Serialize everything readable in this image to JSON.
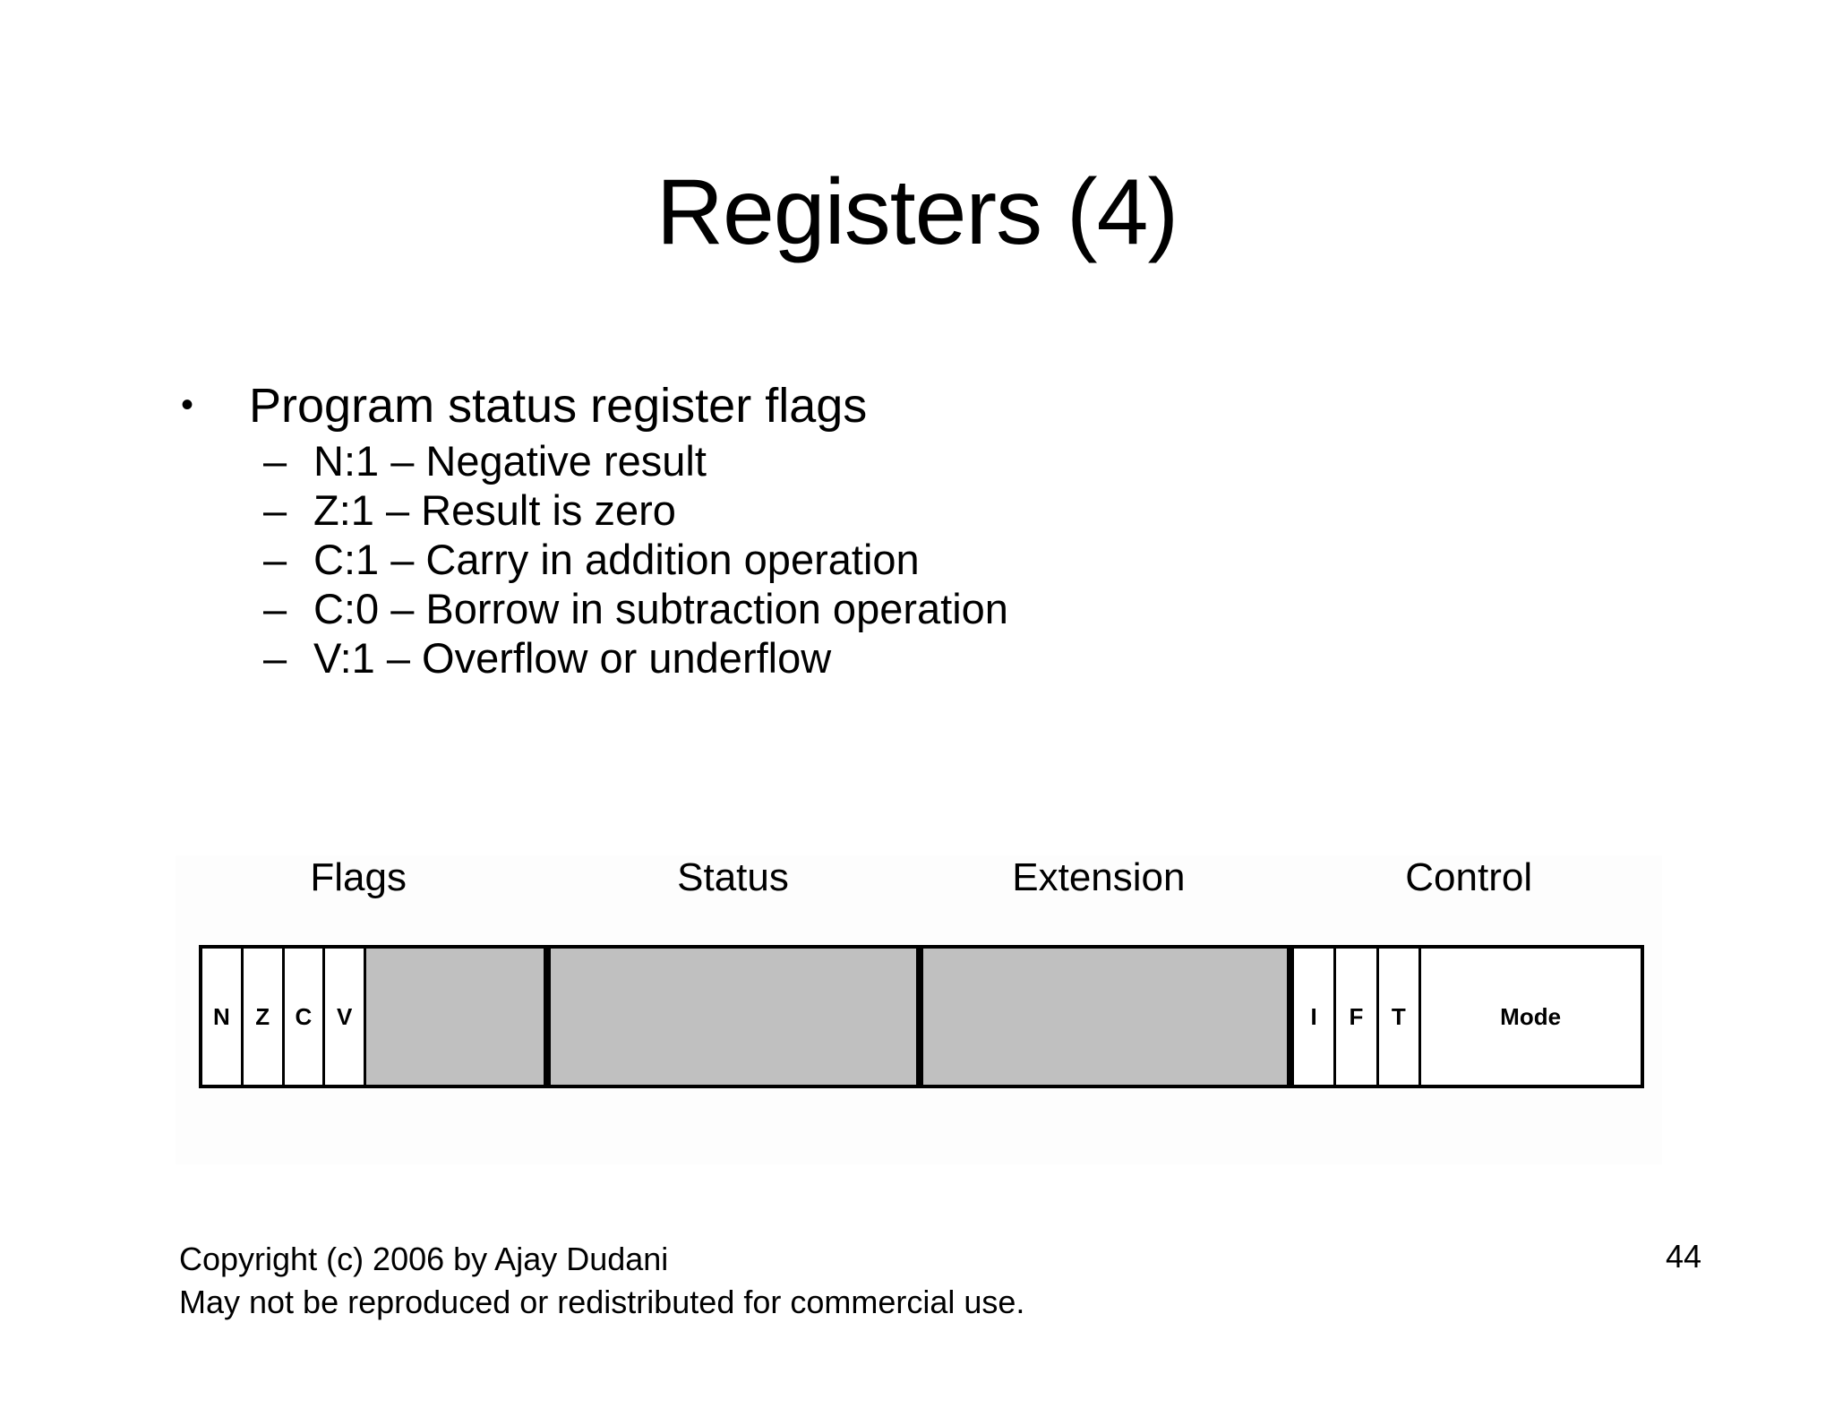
{
  "slide": {
    "title": "Registers (4)",
    "page_number": "44"
  },
  "content": {
    "bullets": [
      {
        "marker": "•",
        "text": "Program status register flags",
        "sub_marker": "–",
        "sub_items": [
          "N:1 – Negative result",
          "Z:1 – Result is zero",
          "C:1 – Carry in addition operation",
          "C:0 – Borrow in subtraction operation",
          "V:1 – Overflow or underflow"
        ]
      }
    ]
  },
  "diagram": {
    "name": "program-status-register",
    "group_labels": [
      {
        "label": "Flags",
        "center_pct": 12.3
      },
      {
        "label": "Status",
        "center_pct": 37.5
      },
      {
        "label": "Extension",
        "center_pct": 62.1
      },
      {
        "label": "Control",
        "center_pct": 87.0
      }
    ],
    "colors": {
      "fill_gray": "#c0c0c0",
      "fill_white": "#ffffff",
      "border": "#000000"
    },
    "cells": [
      {
        "label": "N",
        "width_pct": 2.85,
        "fill": "white",
        "divider": "thin"
      },
      {
        "label": "Z",
        "width_pct": 2.85,
        "fill": "white",
        "divider": "thin"
      },
      {
        "label": "C",
        "width_pct": 2.85,
        "fill": "white",
        "divider": "thin"
      },
      {
        "label": "V",
        "width_pct": 2.85,
        "fill": "white",
        "divider": "thin"
      },
      {
        "label": "",
        "width_pct": 12.8,
        "fill": "gray",
        "divider": "thick"
      },
      {
        "label": "",
        "width_pct": 25.9,
        "fill": "gray",
        "divider": "thick"
      },
      {
        "label": "",
        "width_pct": 25.8,
        "fill": "gray",
        "divider": "thick"
      },
      {
        "label": "I",
        "width_pct": 2.95,
        "fill": "white",
        "divider": "thin"
      },
      {
        "label": "F",
        "width_pct": 2.95,
        "fill": "white",
        "divider": "thin"
      },
      {
        "label": "T",
        "width_pct": 2.95,
        "fill": "white",
        "divider": "thin"
      },
      {
        "label": "Mode",
        "width_pct": 15.2,
        "fill": "white",
        "divider": "none"
      }
    ]
  },
  "footer": {
    "copyright_line1": "Copyright (c) 2006 by Ajay Dudani",
    "copyright_line2": "May not be reproduced or redistributed for commercial use."
  }
}
